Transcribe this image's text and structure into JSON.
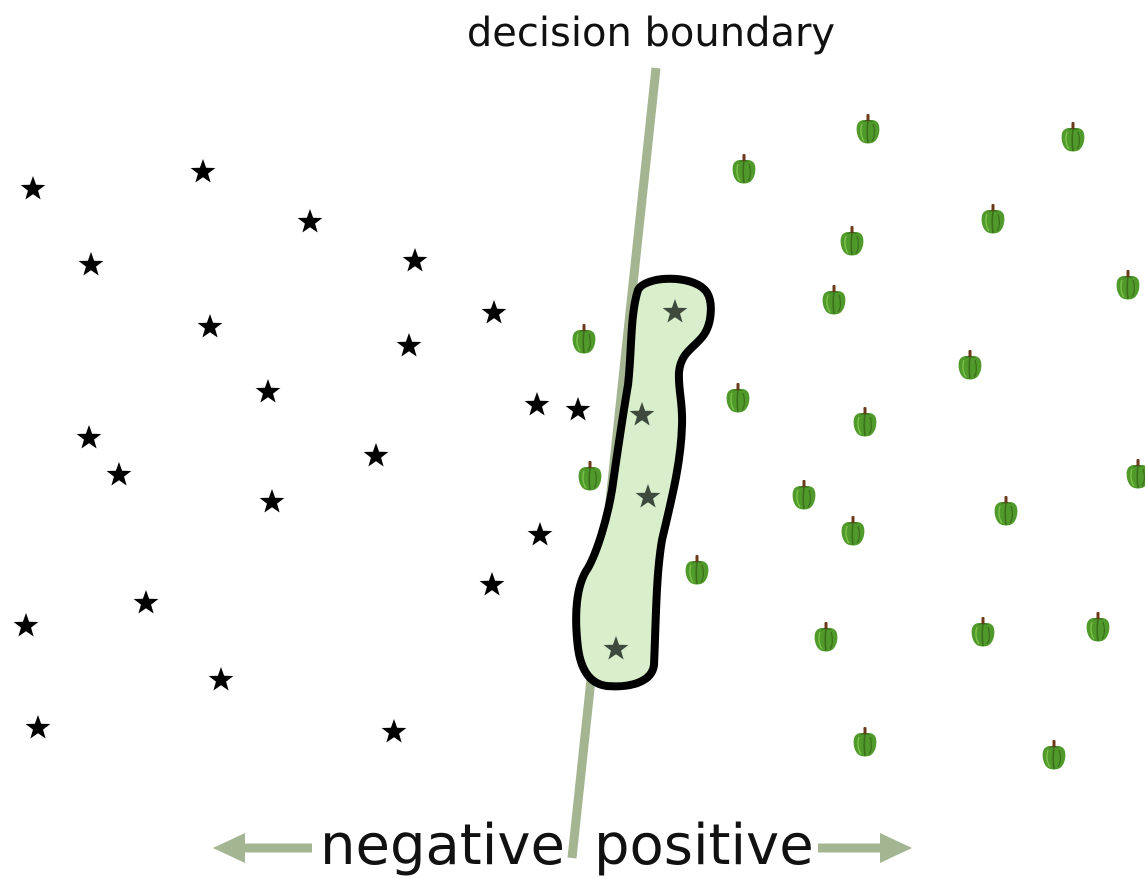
{
  "labels": {
    "boundary": "decision boundary",
    "negative": "negative",
    "positive": "positive"
  },
  "colors": {
    "boundary_line": "#a3b591",
    "arrow": "#a3b591",
    "highlight_fill": "#d9efcc",
    "highlight_stroke": "#000000",
    "star": "#000000",
    "star_highlighted": "#3d4a3d",
    "pepper_body": "#4f9a2a",
    "pepper_shadow": "#3d6e1e",
    "pepper_stem": "#6b3a1a"
  },
  "icons": {
    "negative_marker": "star-icon",
    "positive_marker": "green-pepper-icon"
  },
  "chart_data": {
    "type": "scatter",
    "series": [
      {
        "name": "",
        "marker": "star",
        "points": [
          [
            33,
            189
          ],
          [
            203,
            172
          ],
          [
            310,
            222
          ],
          [
            91,
            265
          ],
          [
            415,
            261
          ],
          [
            210,
            327
          ],
          [
            409,
            346
          ],
          [
            494,
            313
          ],
          [
            268,
            392
          ],
          [
            537,
            405
          ],
          [
            578,
            410
          ],
          [
            89,
            438
          ],
          [
            119,
            475
          ],
          [
            376,
            456
          ],
          [
            272,
            502
          ],
          [
            540,
            535
          ],
          [
            492,
            585
          ],
          [
            146,
            603
          ],
          [
            26,
            626
          ],
          [
            221,
            680
          ],
          [
            38,
            728
          ],
          [
            394,
            732
          ]
        ]
      },
      {
        "name": "",
        "marker": "star",
        "highlighted": true,
        "points": [
          [
            675,
            312
          ],
          [
            642,
            415
          ],
          [
            648,
            497
          ],
          [
            616,
            649
          ]
        ]
      },
      {
        "name": "",
        "marker": "pepper",
        "points": [
          [
            868,
            128
          ],
          [
            1073,
            136
          ],
          [
            744,
            168
          ],
          [
            993,
            218
          ],
          [
            852,
            240
          ],
          [
            1128,
            284
          ],
          [
            834,
            299
          ],
          [
            584,
            338
          ],
          [
            970,
            364
          ],
          [
            738,
            397
          ],
          [
            865,
            421
          ],
          [
            590,
            475
          ],
          [
            1138,
            473
          ],
          [
            804,
            494
          ],
          [
            1006,
            510
          ],
          [
            853,
            530
          ],
          [
            697,
            569
          ],
          [
            826,
            636
          ],
          [
            983,
            631
          ],
          [
            1098,
            626
          ],
          [
            865,
            741
          ],
          [
            1054,
            754
          ]
        ]
      }
    ]
  }
}
